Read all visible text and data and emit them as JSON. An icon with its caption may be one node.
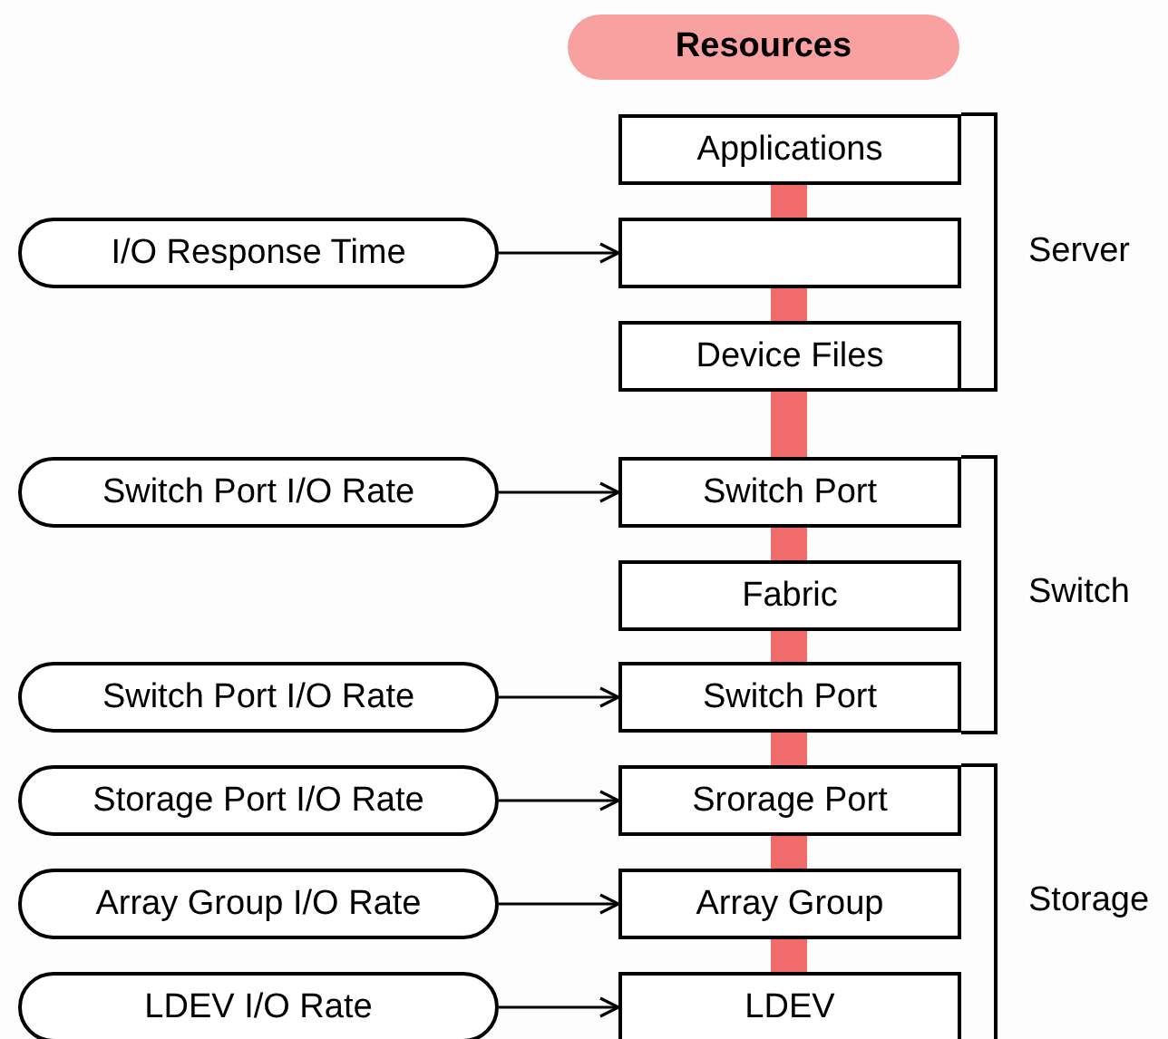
{
  "diagram": {
    "nodes": [
      {
        "text": [
          "Resources"
        ]
      },
      {
        "text": [
          "Applications"
        ]
      },
      {
        "text": [],
        "shape": "box"
      },
      {
        "text": [
          "Device Files"
        ]
      },
      {
        "text": [
          "Switch Port"
        ]
      },
      {
        "text": [
          "Fabric"
        ]
      },
      {
        "text": [
          "Switch Port"
        ]
      },
      {
        "text": [
          "Srorage Port"
        ]
      },
      {
        "text": [
          "Array Group"
        ]
      },
      {
        "text": [
          "LDEV"
        ]
      },
      {
        "text": [
          "I/O Response Time"
        ]
      },
      {
        "text": [
          "Switch Port I/O Rate"
        ]
      },
      {
        "text": [
          "Switch Port I/O Rate"
        ]
      },
      {
        "text": [
          "Storage Port I/O Rate"
        ]
      },
      {
        "text": [
          "Array Group I/O Rate"
        ]
      },
      {
        "text": [
          "LDEV I/O Rate"
        ]
      }
    ],
    "edges": [
      {
        "from": 1,
        "to": 2,
        "arrow": "none"
      },
      {
        "from": 2,
        "to": 3,
        "arrow": "none"
      },
      {
        "from": 3,
        "to": 4,
        "arrow": "none"
      },
      {
        "from": 4,
        "to": 5,
        "arrow": "none"
      },
      {
        "from": 5,
        "to": 6,
        "arrow": "none"
      },
      {
        "from": 6,
        "to": 7,
        "arrow": "none"
      },
      {
        "from": 7,
        "to": 8,
        "arrow": "none"
      },
      {
        "from": 8,
        "to": 9,
        "arrow": "none"
      },
      {
        "from": 10,
        "to": 2,
        "arrow": "to",
        "color": "#000000"
      },
      {
        "from": 11,
        "to": 4,
        "arrow": "to",
        "color": "#000000"
      },
      {
        "from": 12,
        "to": 6,
        "arrow": "to",
        "color": "#000000"
      },
      {
        "from": 13,
        "to": 7,
        "arrow": "to",
        "color": "#000000"
      },
      {
        "from": 14,
        "to": 8,
        "arrow": "to",
        "color": "#000000"
      },
      {
        "from": 15,
        "to": 9,
        "arrow": "to",
        "color": "#000000"
      }
    ],
    "labels": [
      "Server",
      "Switch",
      "Storage"
    ]
  }
}
